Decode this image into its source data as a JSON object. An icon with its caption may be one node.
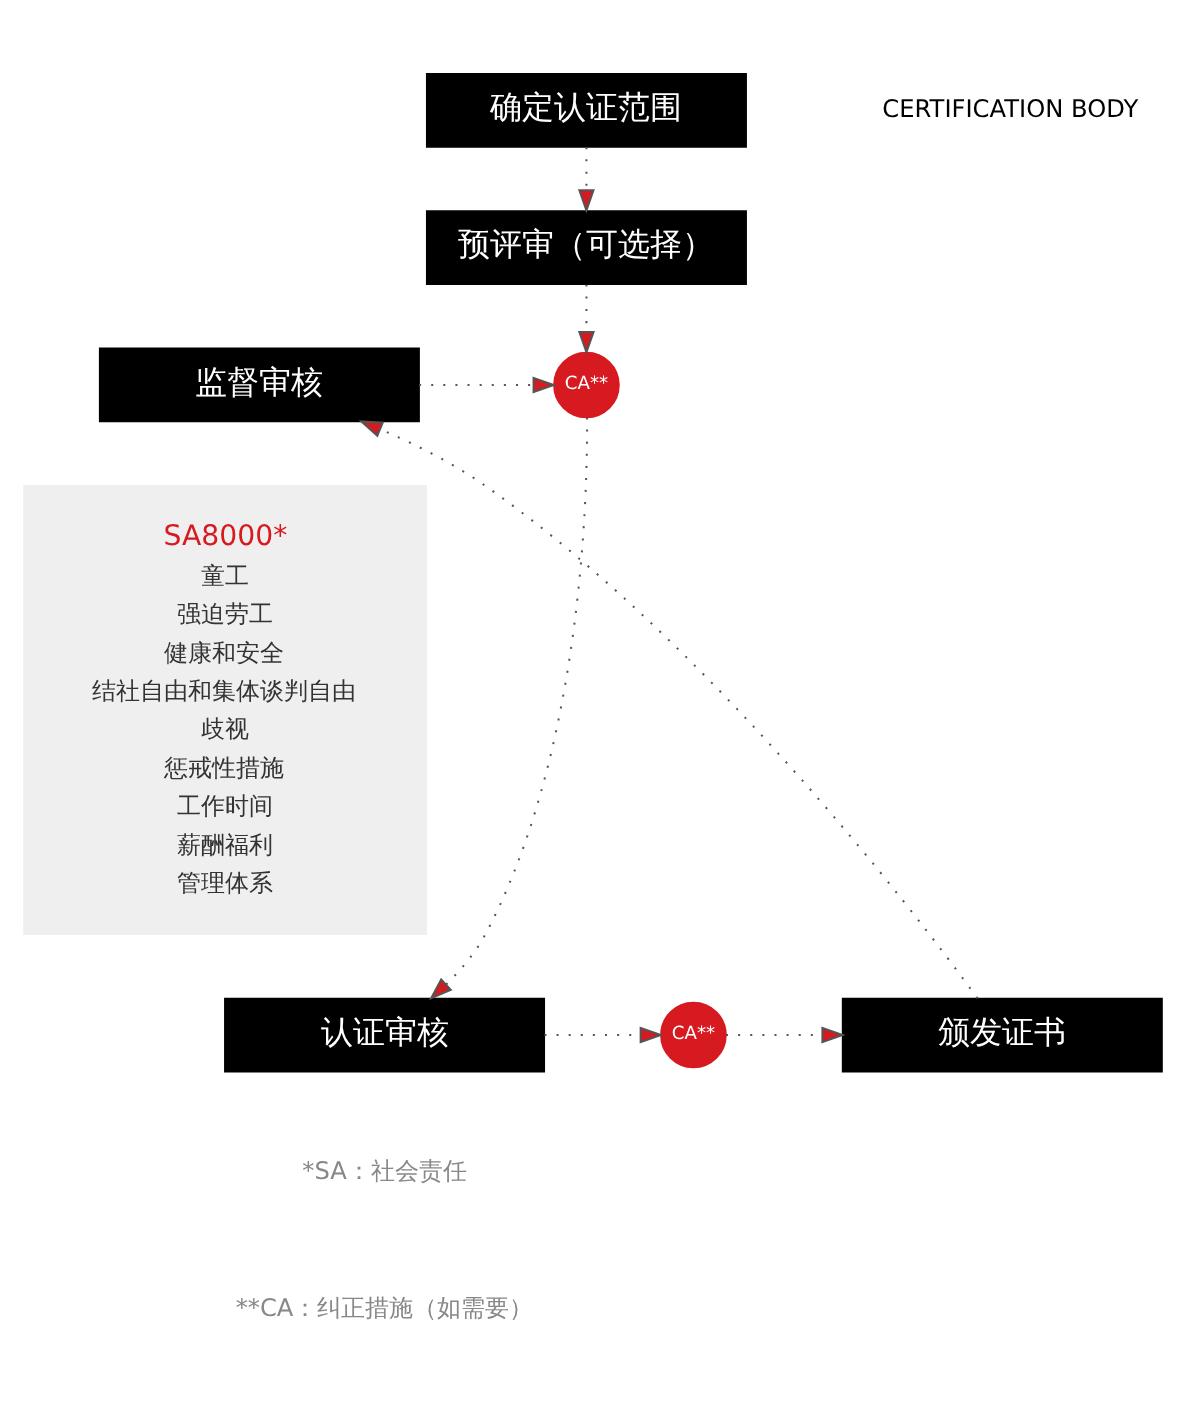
{
  "diagram": {
    "nodes": [
      {
        "text": [
          "确定认证范围"
        ]
      },
      {
        "text": [
          "预评审（可选择）"
        ]
      },
      {
        "text": [
          "CA**"
        ]
      },
      {
        "text": [
          "监督审核"
        ]
      },
      {
        "text": [
          "SA8000*",
          "童工",
          "强迫劳工",
          "健康和安全",
          "结社自由和集体谈判自由",
          "歧视",
          "惩戒性措施",
          "工作时间",
          "薪酬福利",
          "管理体系"
        ]
      },
      {
        "text": [
          "认证审核"
        ]
      },
      {
        "text": [
          "CA**"
        ]
      },
      {
        "text": [
          "颁发证书"
        ]
      }
    ],
    "edges": [
      {
        "from": 0,
        "to": 1,
        "arrow": "to"
      },
      {
        "from": 1,
        "to": 2,
        "arrow": "to"
      },
      {
        "from": 3,
        "to": 2,
        "arrow": "to"
      },
      {
        "from": 2,
        "to": 5,
        "arrow": "to"
      },
      {
        "from": 5,
        "to": 6,
        "arrow": "to"
      },
      {
        "from": 6,
        "to": 7,
        "arrow": "to"
      },
      {
        "from": 7,
        "to": 3,
        "arrow": "to"
      }
    ],
    "labels": [
      "CERTIFICATION BODY",
      "*SA：社会责任",
      "**CA：纠正措施（如需要）"
    ]
  }
}
